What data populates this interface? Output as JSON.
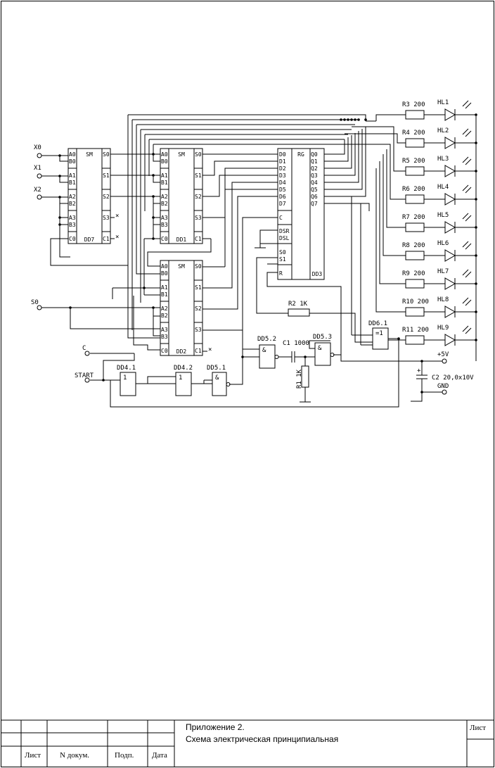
{
  "title_block": {
    "line1": "Приложение  2.",
    "line2": "Схема электрическая  принципиальная",
    "sheet_label": "Лист",
    "col_sheet": "Лист",
    "col_doc": "N докум.",
    "col_sign": "Подп.",
    "col_date": "Дата"
  },
  "inputs": {
    "x0": "X0",
    "x1": "X1",
    "x2": "X2",
    "s0": "S0",
    "c": "C",
    "start": "START"
  },
  "chips": {
    "dd7": {
      "name": "DD7",
      "func": "SM",
      "left": [
        "A0",
        "B0",
        "A1",
        "B1",
        "A2",
        "B2",
        "A3",
        "B3",
        "C0"
      ],
      "right": [
        "S0",
        "S1",
        "S2",
        "S3",
        "C1"
      ]
    },
    "dd1": {
      "name": "DD1",
      "func": "SM",
      "left": [
        "A0",
        "B0",
        "A1",
        "B1",
        "A2",
        "B2",
        "A3",
        "B3",
        "C0"
      ],
      "right": [
        "S0",
        "S1",
        "S2",
        "S3",
        "C1"
      ]
    },
    "dd2": {
      "name": "DD2",
      "func": "SM",
      "left": [
        "A0",
        "B0",
        "A1",
        "B1",
        "A2",
        "B2",
        "A3",
        "B3",
        "C0"
      ],
      "right": [
        "S0",
        "S1",
        "S2",
        "S3",
        "C1"
      ]
    },
    "dd3": {
      "name": "DD3",
      "func": "RG",
      "left": [
        "D0",
        "D1",
        "D2",
        "D3",
        "D4",
        "D5",
        "D6",
        "D7",
        "C",
        "DSR",
        "DSL",
        "S0",
        "S1",
        "R"
      ],
      "right": [
        "Q0",
        "Q1",
        "Q2",
        "Q3",
        "Q4",
        "Q5",
        "Q6",
        "Q7"
      ]
    },
    "dd4_1": {
      "name": "DD4.1",
      "sym": "1"
    },
    "dd4_2": {
      "name": "DD4.2",
      "sym": "1"
    },
    "dd5_1": {
      "name": "DD5.1",
      "sym": "&"
    },
    "dd5_2": {
      "name": "DD5.2",
      "sym": "&"
    },
    "dd5_3": {
      "name": "DD5.3",
      "sym": "&"
    },
    "dd6_1": {
      "name": "DD6.1",
      "sym": "=1"
    }
  },
  "resistors": [
    {
      "ref": "R3",
      "val": "200"
    },
    {
      "ref": "R4",
      "val": "200"
    },
    {
      "ref": "R5",
      "val": "200"
    },
    {
      "ref": "R6",
      "val": "200"
    },
    {
      "ref": "R7",
      "val": "200"
    },
    {
      "ref": "R8",
      "val": "200"
    },
    {
      "ref": "R9",
      "val": "200"
    },
    {
      "ref": "R10",
      "val": "200"
    },
    {
      "ref": "R11",
      "val": "200"
    }
  ],
  "leds": [
    "HL1",
    "HL2",
    "HL3",
    "HL4",
    "HL5",
    "HL6",
    "HL7",
    "HL8",
    "HL9"
  ],
  "passives": {
    "r2": "R2  1K",
    "r1": "R1 1K",
    "c1": "C1 1000",
    "c2": "C2 20,0x10V",
    "plus": "+",
    "vcc": "+5V",
    "gnd": "GND"
  },
  "icons": {
    "led": "led-diode-icon",
    "input": "input-terminal-icon"
  }
}
